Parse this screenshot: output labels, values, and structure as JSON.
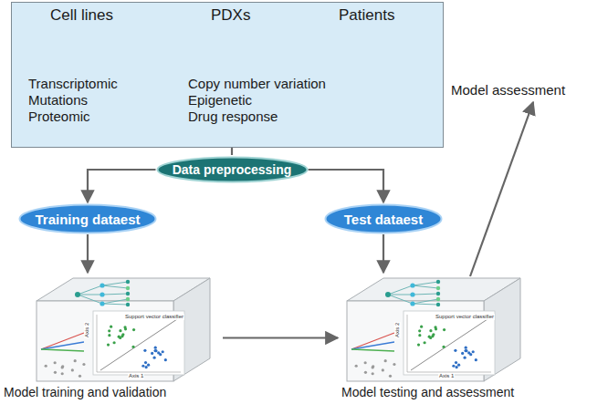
{
  "diagram": {
    "nodes": [
      {
        "text": [
          "Cell lines",
          "PDXs",
          "Patients",
          "Transcriptomic",
          "Mutations",
          "Proteomic",
          "Copy number variation",
          "Epigenetic",
          "Drug response"
        ]
      },
      {
        "text": [
          "Data preprocessing"
        ]
      },
      {
        "text": [
          "Training dataest"
        ]
      },
      {
        "text": [
          "Test dataest"
        ]
      },
      {
        "text": [
          "Model training and validation"
        ]
      },
      {
        "text": [
          "Model testing and assessment"
        ]
      },
      {
        "text": [
          "Model assessment"
        ]
      }
    ],
    "edges": [
      {
        "from": 0,
        "to": 1,
        "arrow": "none"
      },
      {
        "from": 1,
        "to": 2,
        "arrow": "to"
      },
      {
        "from": 1,
        "to": 3,
        "arrow": "to"
      },
      {
        "from": 2,
        "to": 4,
        "arrow": "to"
      },
      {
        "from": 3,
        "to": 5,
        "arrow": "to"
      },
      {
        "from": 4,
        "to": 5,
        "arrow": "to"
      },
      {
        "from": 5,
        "to": 6,
        "arrow": "to"
      }
    ],
    "labels": [
      "Support vector classifier",
      "Axis 1",
      "Axis 2",
      "Support vector classifier",
      "Axis 1",
      "Axis 2"
    ]
  }
}
